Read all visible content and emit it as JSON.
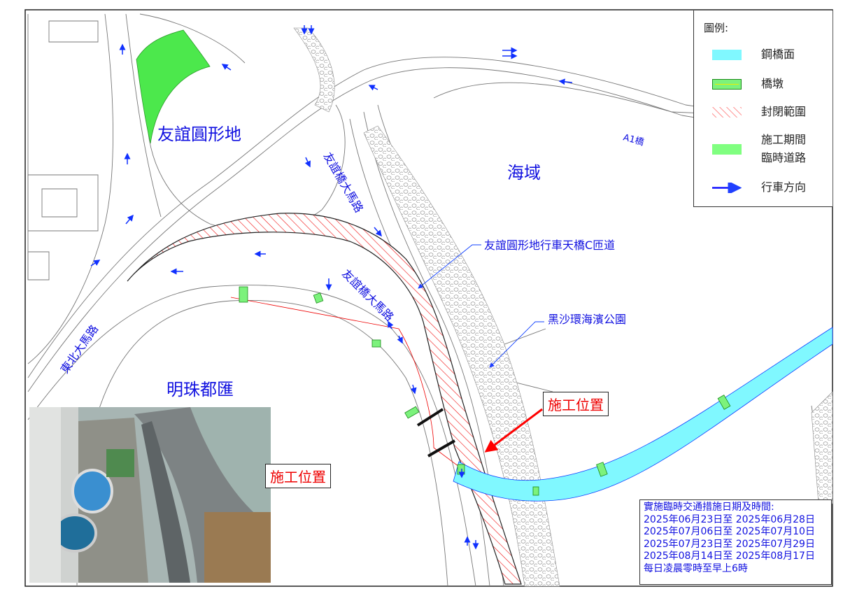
{
  "map": {
    "labels": {
      "roundabout": "友誼圓形地",
      "sea": "海域",
      "a1_bridge": "A1橋",
      "friendship_ave_upper": "友誼橋大馬路",
      "friendship_ave_lower": "友誼橋大馬路",
      "ramp_c": "友誼圓形地行車天橋C匝道",
      "park": "黑沙環海濱公園",
      "northeast_ave": "東北大馬路",
      "one_oasis": "明珠都匯"
    },
    "callouts": {
      "site_map": "施工位置",
      "site_photo": "施工位置"
    }
  },
  "legend": {
    "title": "圖例:",
    "items": [
      {
        "label": "鋼橋面",
        "color": "#80f8ff"
      },
      {
        "label": "橋墩",
        "color": "#7cf27c"
      },
      {
        "label": "封閉範圍",
        "color": "#ff9090"
      },
      {
        "label": "施工期間臨時道路",
        "color": "#80ff80"
      },
      {
        "label": "行車方向",
        "color": "#0000ff"
      }
    ]
  },
  "schedule": {
    "title": "實施臨時交通措施日期及時間:",
    "periods": [
      "2025年06月23日至 2025年06月28日",
      "2025年07月06日至 2025年07月10日",
      "2025年07月23日至 2025年07月29日",
      "2025年08月14日至 2025年08月17日"
    ],
    "hours": "每日凌晨零時至早上6時"
  }
}
